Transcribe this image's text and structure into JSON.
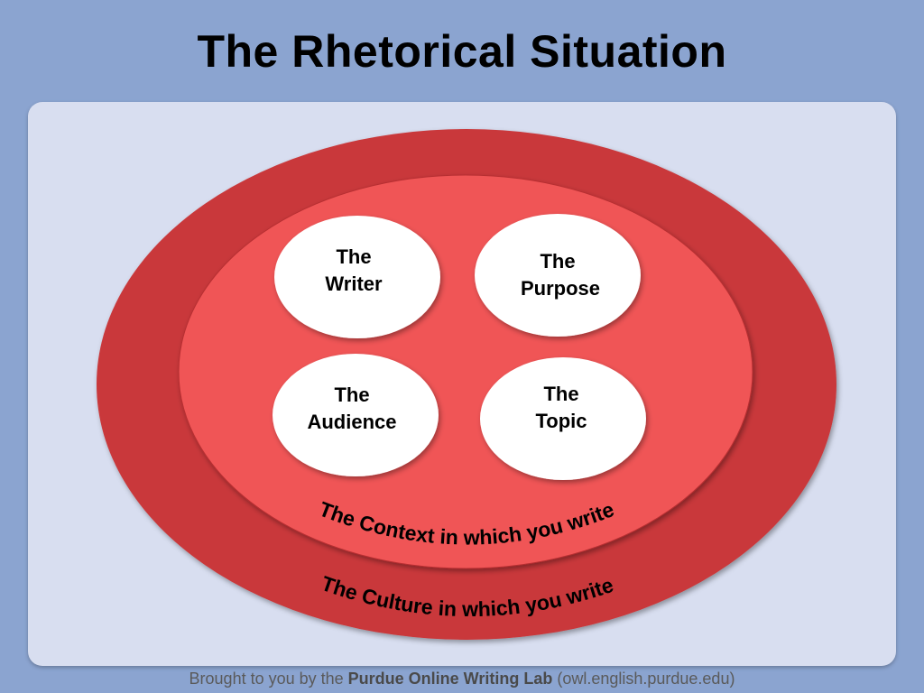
{
  "title": "The Rhetorical Situation",
  "circles": [
    {
      "line1": "The",
      "line2": "Writer"
    },
    {
      "line1": "The",
      "line2": "Purpose"
    },
    {
      "line1": "The",
      "line2": "Audience"
    },
    {
      "line1": "The",
      "line2": "Topic"
    }
  ],
  "context_label": "The Context in which you write",
  "culture_label": "The Culture in which you write",
  "footer": {
    "prefix": "Brought to you by the ",
    "lab": "Purdue Online Writing Lab",
    "suffix": " (owl.english.purdue.edu)"
  },
  "colors": {
    "background": "#8ba4d0",
    "panel": "#d8def0",
    "outer_ring": "#c9393b",
    "inner_ring": "#f05556",
    "circle_fill": "#ffffff"
  }
}
